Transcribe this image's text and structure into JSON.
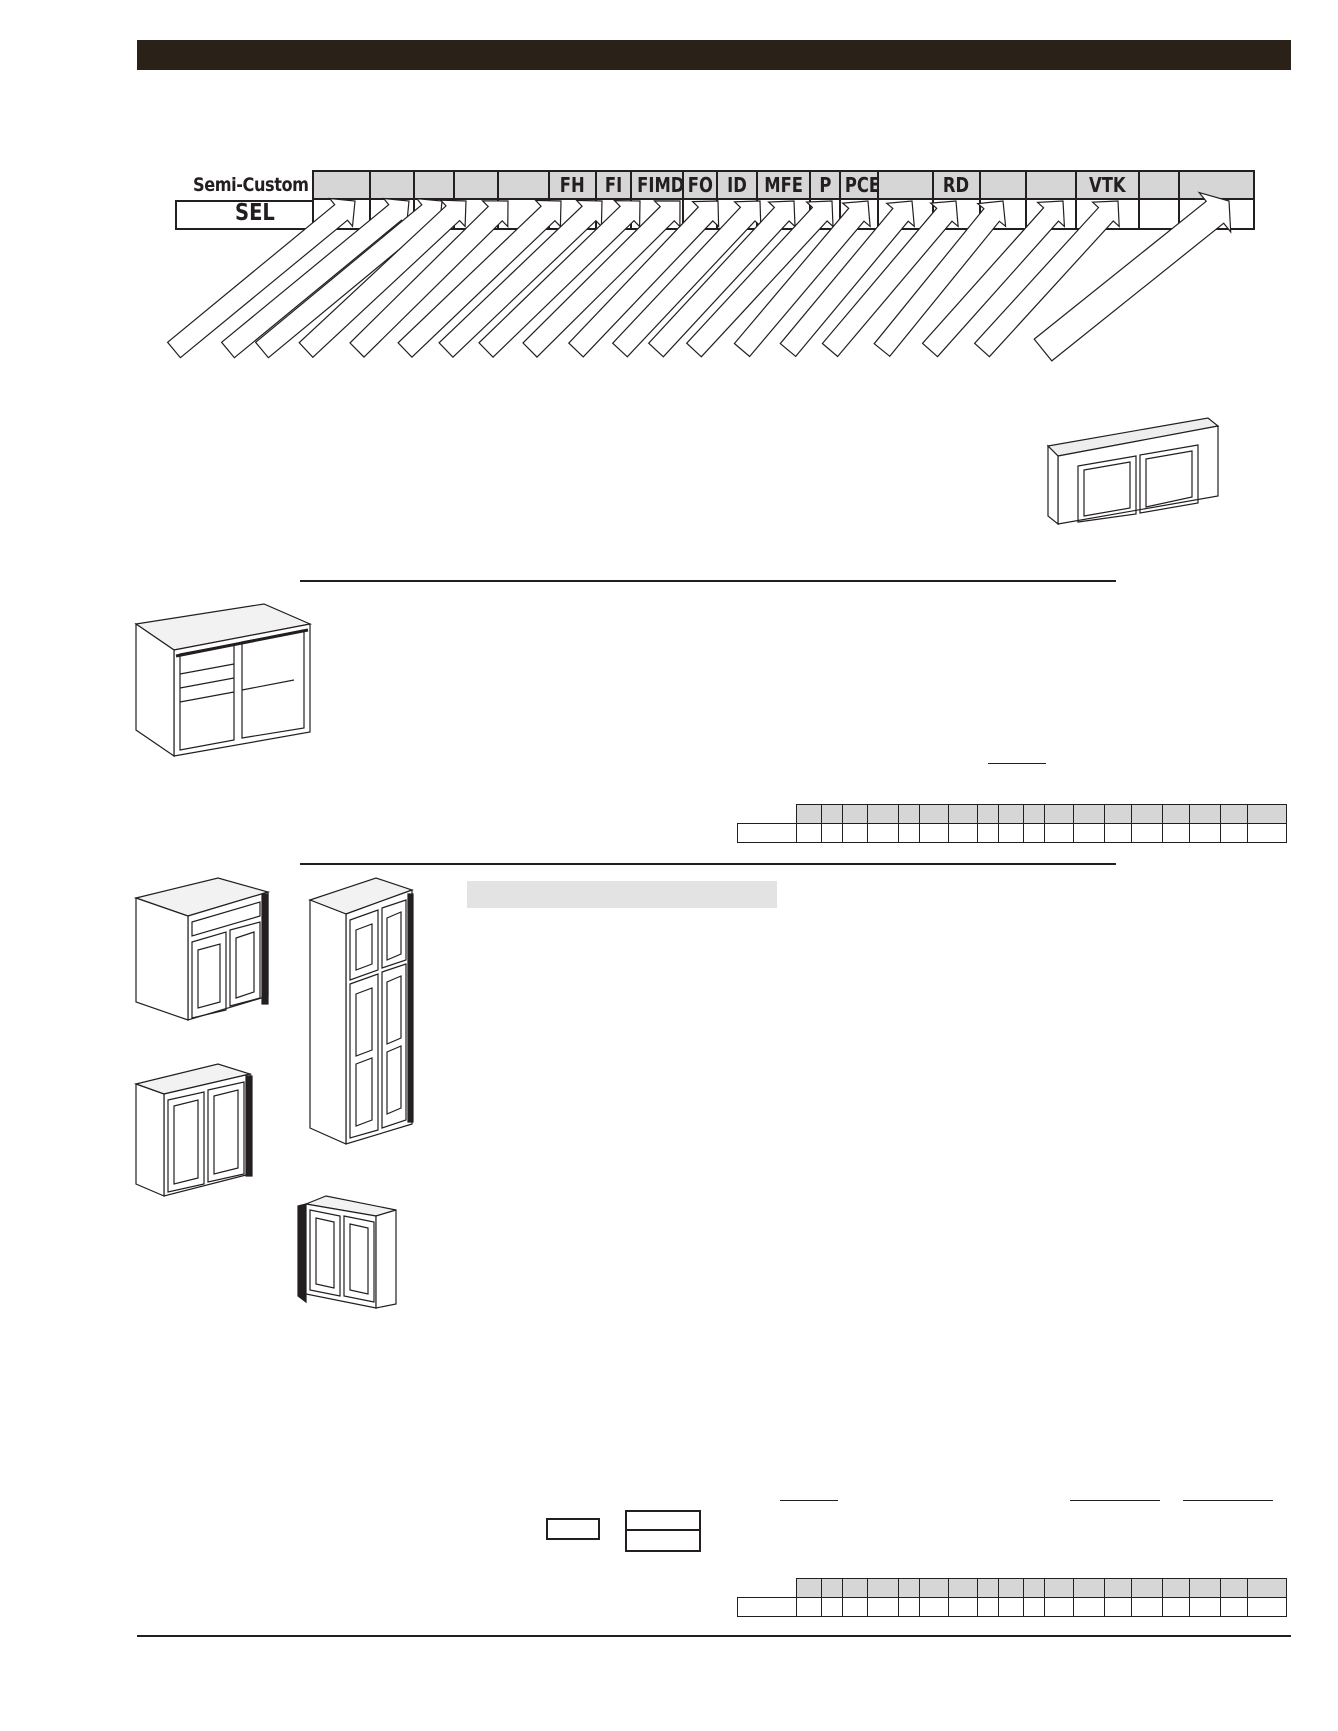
{
  "header_table": {
    "row1_label": "Semi-Custom",
    "row2_label": "SEL",
    "codes": [
      "",
      "",
      "",
      "",
      "",
      "FH",
      "FI",
      "FIMD",
      "FO",
      "ID",
      "MFE",
      "P",
      "PCE",
      "",
      "RD",
      "",
      "",
      "VTK",
      "",
      ""
    ]
  },
  "colors": {
    "top_bar": "#2a2118",
    "header_cell": "#d6d6d6",
    "line": "#231f20"
  },
  "icons": [
    "wall-cabinet-icon",
    "vanity-base-cabinet-icon",
    "drawer-base-cabinet-icon",
    "wall-cabinet-end-panel-icon",
    "pantry-tall-cabinet-icon",
    "wall-cabinet-left-panel-icon"
  ]
}
